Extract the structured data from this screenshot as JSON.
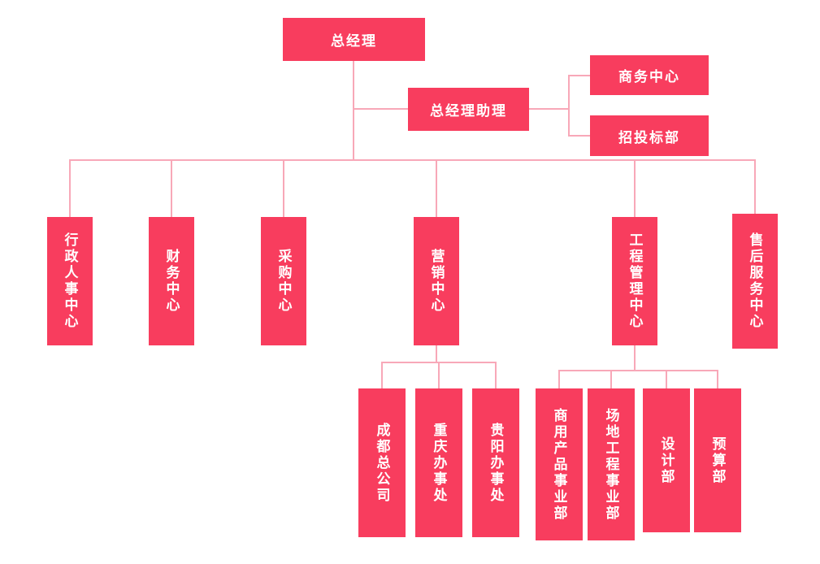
{
  "colors": {
    "background": "#FFFFFF",
    "node_fill": "#F83D5E",
    "node_text": "#FFFFFF",
    "connector": "#F8A8B8"
  },
  "nodes": {
    "general_manager": {
      "label": "总经理"
    },
    "gm_assistant": {
      "label": "总经理助理"
    },
    "business_center": {
      "label": "商务中心"
    },
    "bidding_dept": {
      "label": "招投标部"
    },
    "admin_hr_center": {
      "label": "行政人事中心"
    },
    "finance_center": {
      "label": "财务中心"
    },
    "procurement_center": {
      "label": "采购中心"
    },
    "marketing_center": {
      "label": "营销中心"
    },
    "engineering_mgmt_center": {
      "label": "工程管理中心"
    },
    "after_sales_center": {
      "label": "售后服务中心"
    },
    "chengdu_hq": {
      "label": "成都总公司"
    },
    "chongqing_office": {
      "label": "重庆办事处"
    },
    "guiyang_office": {
      "label": "贵阳办事处"
    },
    "commercial_products_div": {
      "label": "商用产品事业部"
    },
    "site_engineering_div": {
      "label": "场地工程事业部"
    },
    "design_dept": {
      "label": "设计部"
    },
    "budget_dept": {
      "label": "预算部"
    }
  },
  "hierarchy": {
    "root": "总经理",
    "edges": [
      {
        "from": "总经理",
        "to": "总经理助理"
      },
      {
        "from": "总经理助理",
        "to": "商务中心"
      },
      {
        "from": "总经理助理",
        "to": "招投标部"
      },
      {
        "from": "总经理",
        "to": "行政人事中心"
      },
      {
        "from": "总经理",
        "to": "财务中心"
      },
      {
        "from": "总经理",
        "to": "采购中心"
      },
      {
        "from": "总经理",
        "to": "营销中心"
      },
      {
        "from": "总经理",
        "to": "工程管理中心"
      },
      {
        "from": "总经理",
        "to": "售后服务中心"
      },
      {
        "from": "营销中心",
        "to": "成都总公司"
      },
      {
        "from": "营销中心",
        "to": "重庆办事处"
      },
      {
        "from": "营销中心",
        "to": "贵阳办事处"
      },
      {
        "from": "工程管理中心",
        "to": "商用产品事业部"
      },
      {
        "from": "工程管理中心",
        "to": "场地工程事业部"
      },
      {
        "from": "工程管理中心",
        "to": "设计部"
      },
      {
        "from": "工程管理中心",
        "to": "预算部"
      }
    ]
  }
}
